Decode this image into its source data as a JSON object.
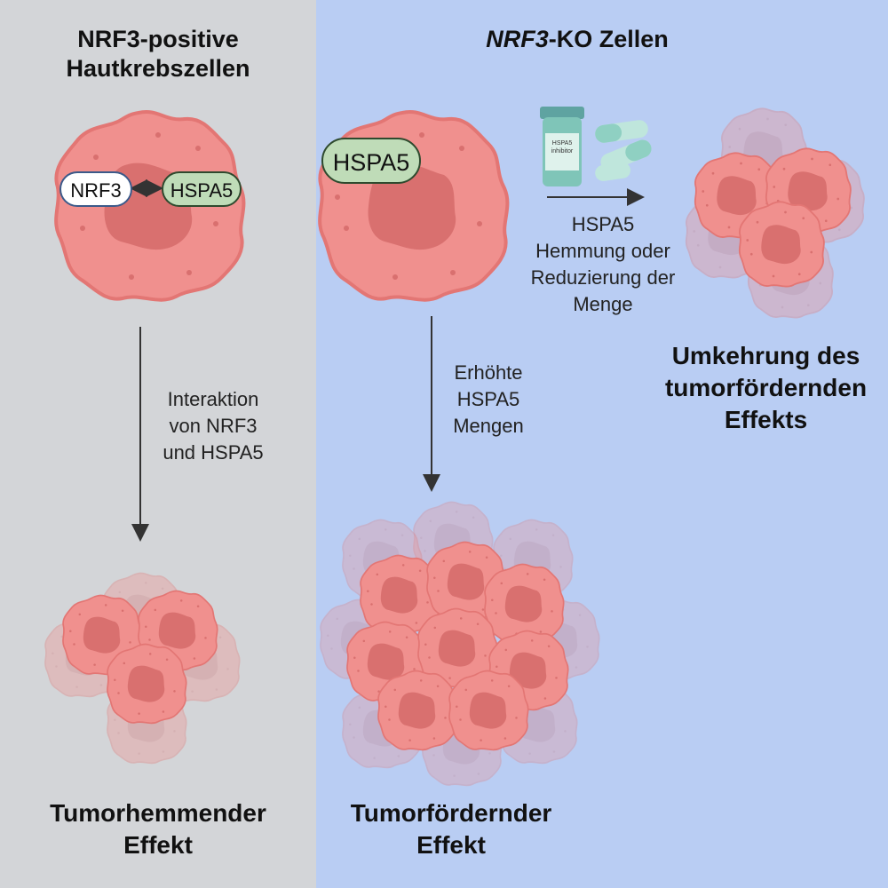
{
  "left": {
    "title_line1": "NRF3-positive",
    "title_line2": "Hautkrebszellen",
    "nrf3_label": "NRF3",
    "hspa5_label": "HSPA5",
    "arrow_label_line1": "Interaktion",
    "arrow_label_line2": "von NRF3",
    "arrow_label_line3": "und HSPA5",
    "result_line1": "Tumorhemmender",
    "result_line2": "Effekt"
  },
  "right": {
    "title_italic": "NRF3",
    "title_rest": "-KO Zellen",
    "hspa5_label": "HSPA5",
    "inhibitor_label_line1": "HSPA5",
    "inhibitor_label_line2": "inhibitor",
    "treatment_line1": "HSPA5",
    "treatment_line2": "Hemmung oder",
    "treatment_line3": "Reduzierung der",
    "treatment_line4": "Menge",
    "reversal_line1": "Umkehrung des",
    "reversal_line2": "tumorfördernden",
    "reversal_line3": "Effekts",
    "arrow_label_line1": "Erhöhte",
    "arrow_label_line2": "HSPA5",
    "arrow_label_line3": "Mengen",
    "result_line1": "Tumorfördernder",
    "result_line2": "Effekt"
  },
  "colors": {
    "left_bg": "#d3d5d8",
    "right_bg": "#b9cdf3",
    "cell_fill": "#f0908e",
    "cell_stroke": "#e37674",
    "nucleus_fill": "#d9706f",
    "hspa5_fill": "#bfdcb8",
    "nrf3_fill": "#ffffff"
  }
}
